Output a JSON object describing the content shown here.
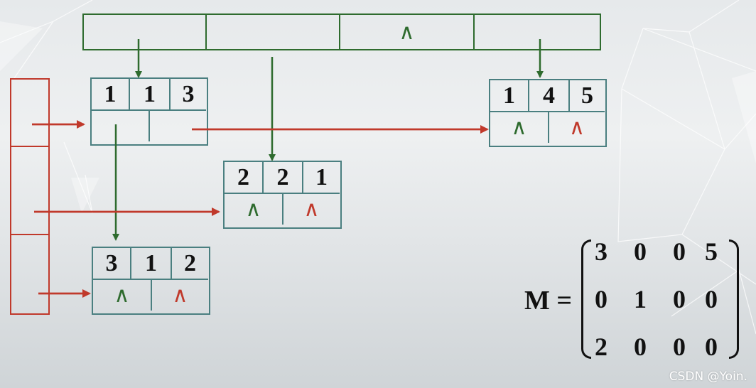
{
  "header": {
    "cells": [
      "",
      "",
      "∧",
      ""
    ]
  },
  "nodes": [
    {
      "id": "n113",
      "row": "1",
      "col": "1",
      "val": "3",
      "down": "",
      "right": ""
    },
    {
      "id": "n221",
      "row": "2",
      "col": "2",
      "val": "1",
      "down": "∧",
      "right": "∧"
    },
    {
      "id": "n312",
      "row": "3",
      "col": "1",
      "val": "2",
      "down": "∧",
      "right": "∧"
    },
    {
      "id": "n145",
      "row": "1",
      "col": "4",
      "val": "5",
      "down": "∧",
      "right": "∧"
    }
  ],
  "matrix": {
    "label": "M =",
    "rows": [
      [
        "3",
        "0",
        "0",
        "5"
      ],
      [
        "0",
        "1",
        "0",
        "0"
      ],
      [
        "2",
        "0",
        "0",
        "0"
      ]
    ]
  },
  "watermark": "CSDN @Yoin.",
  "colors": {
    "column_link": "#2e6b2e",
    "row_link": "#c0392b",
    "node_border": "#4a7f80"
  }
}
